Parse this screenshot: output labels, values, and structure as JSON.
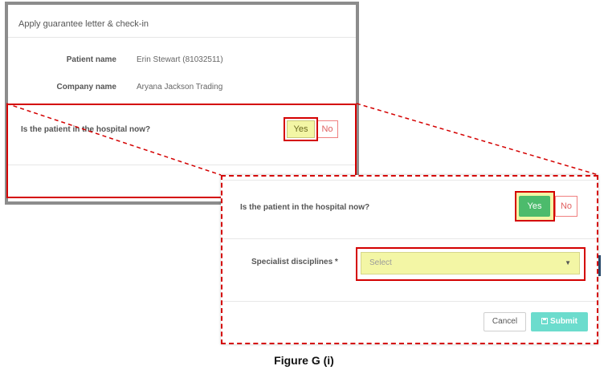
{
  "back_dialog": {
    "title": "Apply guarantee letter & check-in",
    "patient_label": "Patient name",
    "patient_value": "Erin Stewart (81032511)",
    "company_label": "Company name",
    "company_value": "Aryana Jackson Trading",
    "question": "Is the patient in the hospital now?",
    "yes_label": "Yes",
    "no_label": "No"
  },
  "front_dialog": {
    "question": "Is the patient in the hospital now?",
    "yes_label": "Yes",
    "no_label": "No",
    "specialist_label": "Specialist disciplines *",
    "specialist_value": "Select",
    "cancel_label": "Cancel",
    "submit_label": "Submit"
  },
  "caption": "Figure G (i)",
  "colors": {
    "callout_red": "#d40000",
    "highlight_yellow": "#f3f6a5",
    "yes_green": "#4cbb6c",
    "submit_teal": "#6cdccd",
    "no_red": "#e06060"
  }
}
